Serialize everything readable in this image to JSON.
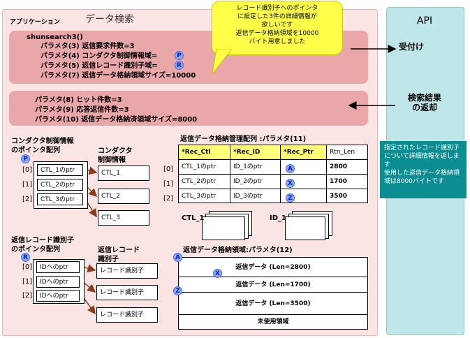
{
  "app": {
    "label": "アプリケーション",
    "title": "データ検索",
    "call1": {
      "func": "shunsearch3()",
      "lines": [
        "パラメタ(3) 返信要求件数=3",
        "パラメタ(4) コンダクタ制御情報域=",
        "パラメタ(5) 返信レコード識別子域=",
        "パラメタ(7) 返信データ格納領域サイズ=10000"
      ]
    },
    "call2": {
      "lines": [
        "パラメタ(8)  ヒット件数=3",
        "パラメタ(9)  応答返信件数=3",
        "パラメタ(10) 返信データ格納済領域サイズ=8000"
      ]
    },
    "cond_ptr_title": [
      "コンダクタ制御情報",
      "のポインタ配列"
    ],
    "cond_info_title": [
      "コンダクタ",
      "制御情報"
    ],
    "cond_ptrs": [
      "CTL_1のptr",
      "CTL_2のptr",
      "CTL_3のptr"
    ],
    "ctls": [
      "CTL_1",
      "CTL_2",
      "CTL_3"
    ],
    "indices": [
      "[0]",
      "[1]",
      "[2]"
    ],
    "mgmt_title": "返信データ格納管理配列 :パラメタ(11)",
    "mgmt_headers": [
      "*Rec_Ctl",
      "*Rec_ID",
      "*Rec_Ptr",
      "Rtn_Len"
    ],
    "mgmt_rows": [
      {
        "ctl": "CTL_1のptr",
        "id": "ID_1のptr",
        "ptr": "A",
        "len": "2800"
      },
      {
        "ctl": "CTL_2のptr",
        "id": "ID_2のptr",
        "ptr": "X",
        "len": "1700"
      },
      {
        "ctl": "CTL_3のptr",
        "id": "ID_3のptr",
        "ptr": "Z",
        "len": "3500"
      }
    ],
    "stack_ctl": "CTL_1",
    "stack_id": "ID_1",
    "rec_ptr_title": [
      "返信レコード識別子",
      "のポインタ配列"
    ],
    "rec_id_title": [
      "返信レコード",
      "識別子"
    ],
    "rec_ptrs": [
      "IDへのptr",
      "IDへのptr",
      "IDへのptr"
    ],
    "rec_ids": [
      "レコード識別子",
      "レコード識別子",
      "レコード識別子"
    ],
    "data_title": "返信データ格納領域:パラメタ(12)",
    "data_rows": [
      "返信データ (Len=2800)",
      "返信データ (Len=1700)",
      "返信データ (Len=3500)",
      "未使用領域"
    ],
    "markers": {
      "p": "P",
      "r": "R",
      "a": "A",
      "x": "X",
      "z": "Z"
    }
  },
  "bubble": "レコード識別子へのポインタ\nに設定した3件の詳細情報が\n欲しいです\n返信データ格納領域を10000\nバイト用意しました",
  "api": {
    "title": "API",
    "accept": "受付け",
    "result": [
      "検索結果",
      "の返却"
    ],
    "note": "指定されたレコード識別子について詳細情報を返します\n使用した返信データ格納領域は8000バイトです"
  },
  "colors": {
    "app_bg": "#fbe4e4",
    "call_box": "#e9a7a9",
    "api_bg": "#bfe6e8",
    "bubble": "#ffff4a",
    "note_bg": "#0a8e92",
    "header": "#ffff7a",
    "marker": "#8aa6ff",
    "arrow": "#8b3a1a"
  }
}
